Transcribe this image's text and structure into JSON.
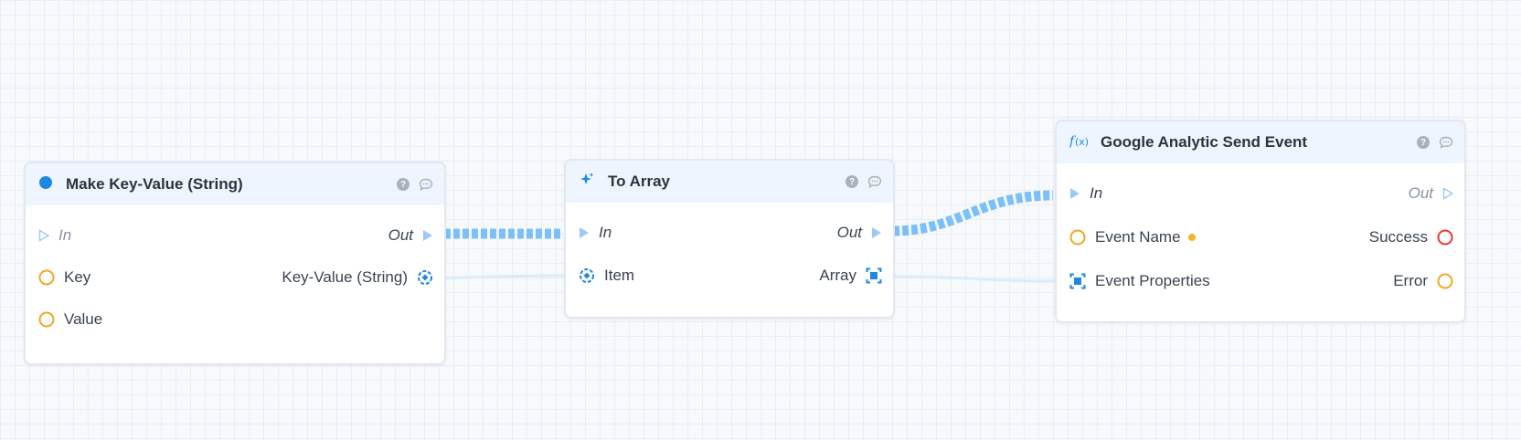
{
  "colors": {
    "exec_wire": "#7cc0fa",
    "data_wire": "#dcebfb",
    "pin_blue": "#1e88e5",
    "pin_orange": "#f5a623",
    "pin_red": "#e53935",
    "header_bg": "#eef5fe"
  },
  "nodes": {
    "make_kv": {
      "icon": "circle-dot-icon",
      "title": "Make Key-Value (String)",
      "exec_in": "In",
      "exec_out": "Out",
      "key": "Key",
      "value": "Value",
      "output": "Key-Value (String)"
    },
    "to_array": {
      "icon": "sparkle-icon",
      "title": "To Array",
      "exec_in": "In",
      "exec_out": "Out",
      "item": "Item",
      "output": "Array"
    },
    "ga_event": {
      "icon": "function-icon",
      "title": "Google Analytic Send Event",
      "exec_in": "In",
      "exec_out": "Out",
      "event_name": "Event Name",
      "event_properties": "Event Properties",
      "success": "Success",
      "error": "Error"
    }
  }
}
